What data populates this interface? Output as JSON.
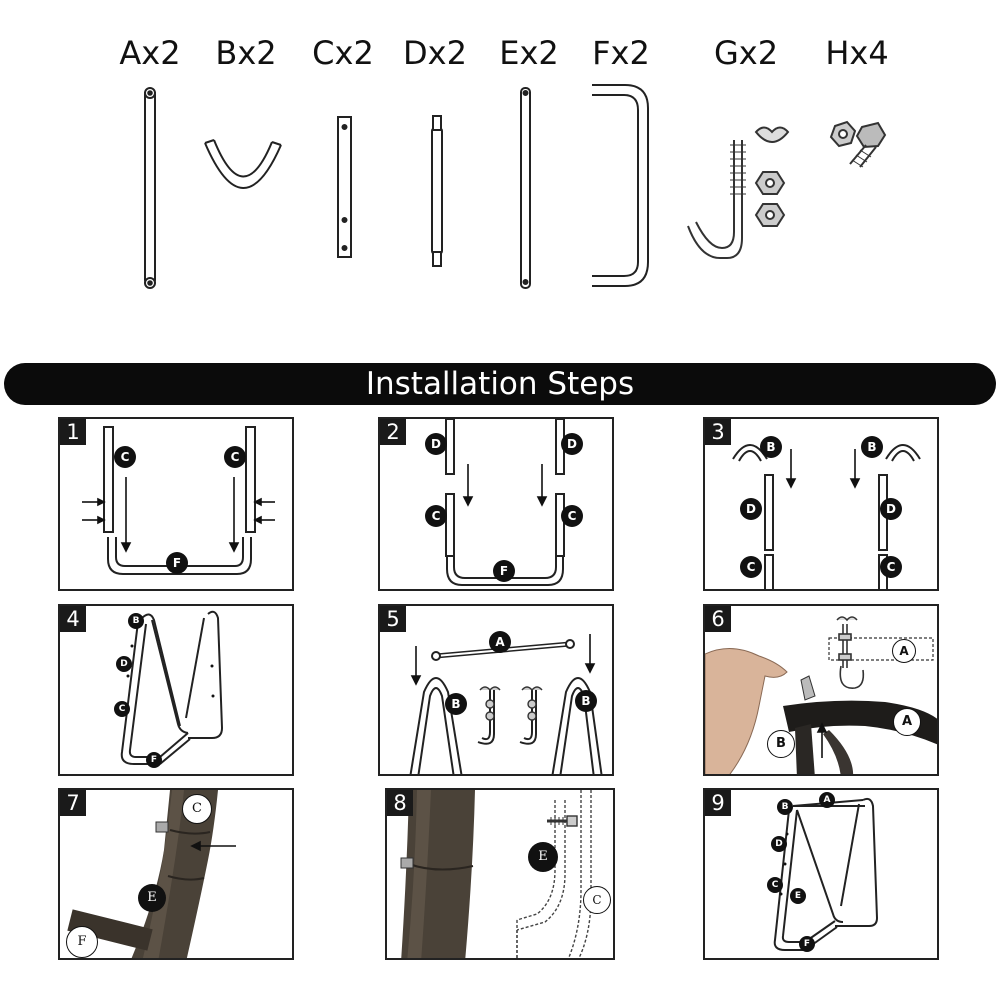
{
  "parts": [
    {
      "id": "A",
      "label": "Ax2",
      "qty": 2
    },
    {
      "id": "B",
      "label": "Bx2",
      "qty": 2
    },
    {
      "id": "C",
      "label": "Cx2",
      "qty": 2
    },
    {
      "id": "D",
      "label": "Dx2",
      "qty": 2
    },
    {
      "id": "E",
      "label": "Ex2",
      "qty": 2
    },
    {
      "id": "F",
      "label": "Fx2",
      "qty": 2
    },
    {
      "id": "G",
      "label": "Gx2",
      "qty": 2
    },
    {
      "id": "H",
      "label": "Hx4",
      "qty": 4
    }
  ],
  "banner": {
    "title": "Installation Steps"
  },
  "steps": [
    {
      "number": "1",
      "callouts": [
        "C",
        "C",
        "F"
      ]
    },
    {
      "number": "2",
      "callouts": [
        "D",
        "D",
        "C",
        "C",
        "F"
      ]
    },
    {
      "number": "3",
      "callouts": [
        "B",
        "B",
        "D",
        "D",
        "C",
        "C"
      ]
    },
    {
      "number": "4",
      "callouts": [
        "B",
        "D",
        "C",
        "F"
      ]
    },
    {
      "number": "5",
      "callouts": [
        "A",
        "B",
        "B"
      ]
    },
    {
      "number": "6",
      "callouts": [
        "A",
        "A",
        "B"
      ]
    },
    {
      "number": "7",
      "callouts": [
        "C",
        "E",
        "F"
      ]
    },
    {
      "number": "8",
      "callouts": [
        "E",
        "C"
      ]
    },
    {
      "number": "9",
      "callouts": [
        "B",
        "A",
        "D",
        "C",
        "E",
        "F"
      ]
    }
  ],
  "colors": {
    "ink": "#111111",
    "banner_bg": "#0b0b0b",
    "photo_brown": "#4a4238",
    "skin": "#d9b49a"
  }
}
